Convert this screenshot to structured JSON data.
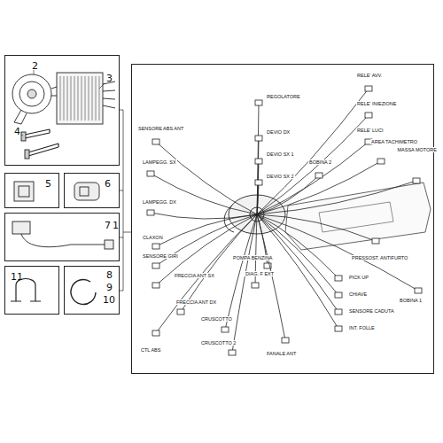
{
  "diagram": {
    "nodes": [
      {
        "text": [
          "2",
          "3",
          "4"
        ]
      },
      {
        "text": [
          "5"
        ]
      },
      {
        "text": [
          "6"
        ]
      },
      {
        "text": [
          "7"
        ]
      },
      {
        "text": [
          "11"
        ]
      },
      {
        "text": [
          "8",
          "9",
          "10"
        ]
      },
      {
        "text": [
          "1"
        ]
      }
    ],
    "labels": [
      "SENSORE ABS ANT",
      "REGOLATORE",
      "RELE' AVV.",
      "RELE' INIEZIONE",
      "RELE' LUCI",
      "LAMPEGG. SX",
      "DEVIO DX",
      "DEVIO SX 1",
      "DEVIO SX 2",
      "BOBINA 2",
      "AREA TACHIMETRO",
      "MASSA MOTORE",
      "LAMPEGG. DX",
      "CLAXON",
      "SENSORE GIRI",
      "POMPA BENZINA",
      "FRECCIA ANT SX",
      "DIAG. F EXT",
      "FRECCIA ANT DX",
      "CRUSCOTTO",
      "CRUSCOTTO 2",
      "FANALE ANT",
      "PICK UP",
      "CHIAVE",
      "SENSORE CADUTA",
      "INT. FOLLE",
      "BOBINA 1",
      "PRESSOST. ANTIFURTO",
      "CTL ABS"
    ]
  }
}
